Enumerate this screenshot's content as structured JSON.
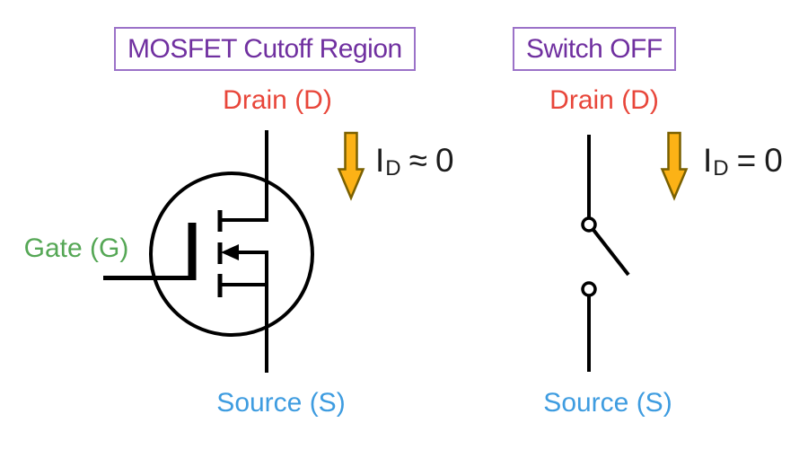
{
  "slide": {
    "background": "#FFFFFF"
  },
  "colors": {
    "title-purple": "#7030A0",
    "box-border-purple": "#9B72C8",
    "drain-red": "#E8463A",
    "gate-green": "#55A755",
    "source-blue": "#3E9CE0",
    "arrow-gold": "#FCB216",
    "arrow-gold-outline": "#7A6000",
    "circuit-line": "#000000",
    "equation-ink": "#1C1C1C"
  },
  "icons": {
    "left_symbol": "nmos-enhancement-mosfet-symbol",
    "right_symbol": "open-spst-switch-symbol",
    "arrow": "downward-block-arrow-icon"
  },
  "left_panel": {
    "title": "MOSFET Cutoff Region",
    "drain_label": "Drain (D)",
    "gate_label": "Gate (G)",
    "source_label": "Source (S)",
    "current_symbol": "I",
    "current_subscript": "D",
    "current_relation": "≈",
    "current_value": "0"
  },
  "right_panel": {
    "title": "Switch OFF",
    "drain_label": "Drain (D)",
    "source_label": "Source (S)",
    "current_symbol": "I",
    "current_subscript": "D",
    "current_relation": "=",
    "current_value": "0"
  }
}
